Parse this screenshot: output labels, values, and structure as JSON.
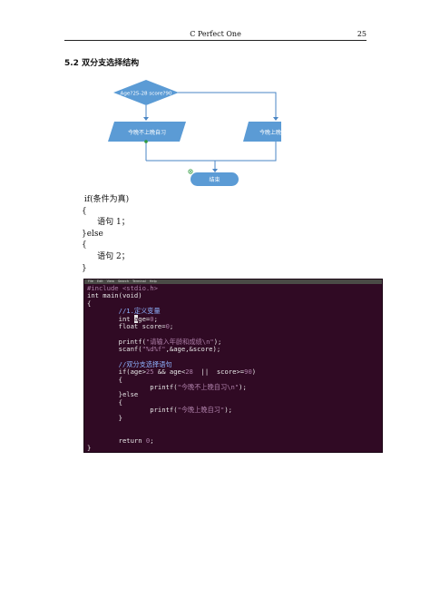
{
  "header": {
    "title": "C Perfect One",
    "page_number": "25"
  },
  "section": {
    "heading": "5.2  双分支选择结构"
  },
  "flowchart": {
    "decision": "Age?25-28 score?90",
    "yes_box": "今晚不上晚自习",
    "no_box": "今晚上晚自习",
    "end": "结束",
    "colors": {
      "shape_fill": "#5b9bd5",
      "line": "#4a86c5",
      "dot": "#2e9a3e"
    }
  },
  "pseudocode": [
    " if(条件为真)",
    "{",
    "      语句 1；",
    "}else",
    "{",
    "      语句 2；",
    "}"
  ],
  "terminal": {
    "menu": [
      "File",
      "Edit",
      "View",
      "Search",
      "Terminal",
      "Help"
    ],
    "lines": {
      "l1": "#include <stdio.h>",
      "l2": "int main(void)",
      "l3": "{",
      "l4_comment": "//1.定义变量",
      "l5_type": "int ",
      "l5_cursor": "a",
      "l5_rest": "ge=",
      "l5_num": "0",
      "l5_end": ";",
      "l6_type": "float",
      "l6_rest": " score=",
      "l6_num": "0",
      "l6_end": ";",
      "l7_fn": "printf(",
      "l7_str": "\"请输入年龄和成绩\\n\"",
      "l7_end": ");",
      "l8_fn": "scanf(",
      "l8_str": "\"%d%f\"",
      "l8_end": ",&age,&score);",
      "l9_comment": "//双分支选择语句",
      "l10_a": "if(age>",
      "l10_n1": "25",
      "l10_b": " && age<",
      "l10_n2": "28",
      "l10_c": "  ||  score>=",
      "l10_n3": "90",
      "l10_d": ")",
      "l11": "{",
      "l12_fn": "printf(",
      "l12_str": "\"今晚不上晚自习\\n\"",
      "l12_end": ");",
      "l13": "}else",
      "l14": "{",
      "l15_fn": "printf(",
      "l15_str": "\"今晚上晚自习\"",
      "l15_end": ");",
      "l16": "}",
      "l17_kw": "return ",
      "l17_num": "0",
      "l17_end": ";",
      "l18": "}"
    }
  }
}
